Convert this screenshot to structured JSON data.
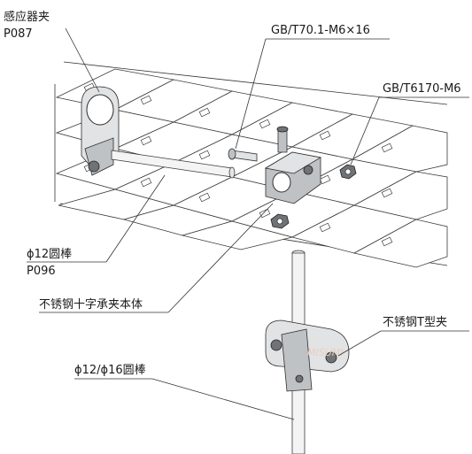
{
  "labels": {
    "sensor_clamp": "感应器夹",
    "sensor_clamp_code": "P087",
    "bolt_spec": "GB/T70.1-M6×16",
    "nut_spec": "GB/T6170-M6",
    "rod_12": "ϕ12圆棒",
    "rod_12_code": "P096",
    "cross_clamp_body": "不锈钢十字承夹本体",
    "t_clamp": "不锈钢T型夹",
    "rod_12_16": "ϕ12/ϕ16圆棒"
  },
  "watermark": "MISUMI"
}
